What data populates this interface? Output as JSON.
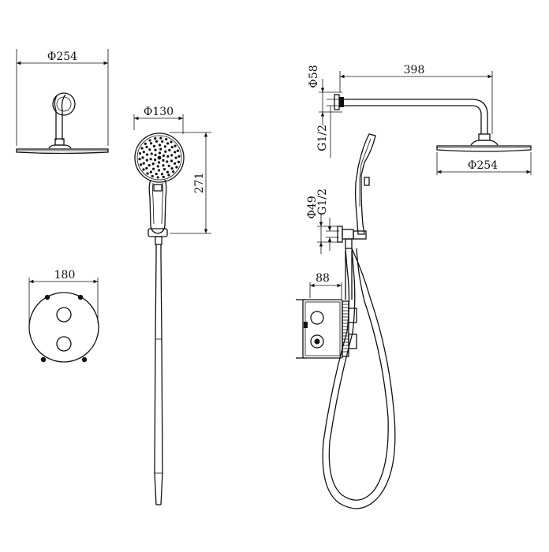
{
  "diagram": {
    "title": "",
    "dimensions": {
      "front_head_diameter": "Φ254",
      "hand_shower_diameter": "Φ130",
      "hand_shower_length": "271",
      "valve_plate_width": "180",
      "arm_flange_diameter": "Φ58",
      "arm_length": "398",
      "arm_thread": "G1/2",
      "side_head_diameter": "Φ254",
      "outlet_diameter": "Φ49",
      "outlet_thread": "G1/2",
      "valve_box_depth": "88"
    }
  }
}
